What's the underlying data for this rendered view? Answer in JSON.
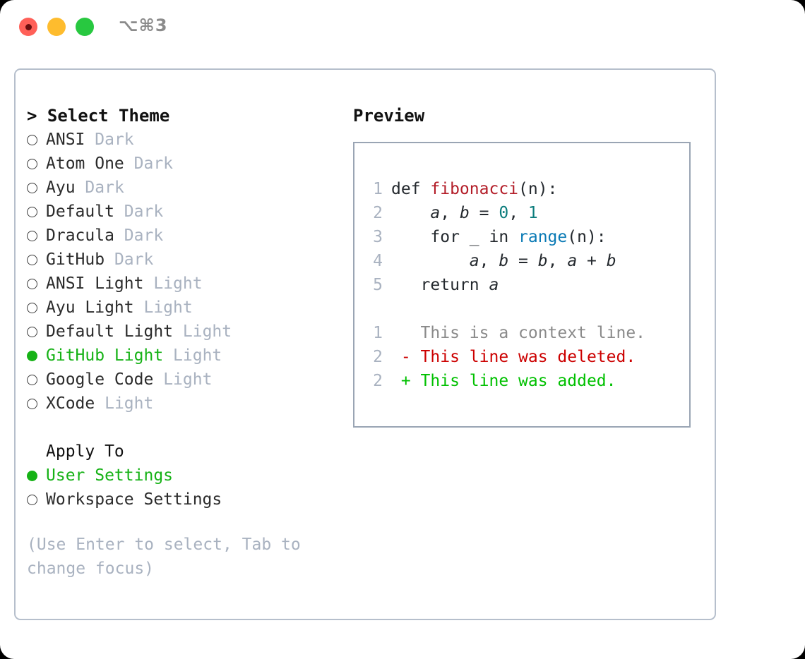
{
  "window": {
    "shortcut": "⌥⌘3",
    "traffic_lights": [
      {
        "name": "close",
        "color": "#ff6058"
      },
      {
        "name": "minimize",
        "color": "#febc2e"
      },
      {
        "name": "maximize",
        "color": "#28c840"
      }
    ]
  },
  "theme_list": {
    "caret": ">",
    "title": "Select Theme",
    "items": [
      {
        "label": "ANSI",
        "tag": "Dark",
        "selected": false
      },
      {
        "label": "Atom One",
        "tag": "Dark",
        "selected": false
      },
      {
        "label": "Ayu",
        "tag": "Dark",
        "selected": false
      },
      {
        "label": "Default",
        "tag": "Dark",
        "selected": false
      },
      {
        "label": "Dracula",
        "tag": "Dark",
        "selected": false
      },
      {
        "label": "GitHub",
        "tag": "Dark",
        "selected": false
      },
      {
        "label": "ANSI Light",
        "tag": "Light",
        "selected": false
      },
      {
        "label": "Ayu Light",
        "tag": "Light",
        "selected": false
      },
      {
        "label": "Default Light",
        "tag": "Light",
        "selected": false
      },
      {
        "label": "GitHub Light",
        "tag": "Light",
        "selected": true
      },
      {
        "label": "Google Code",
        "tag": "Light",
        "selected": false
      },
      {
        "label": "XCode",
        "tag": "Light",
        "selected": false
      }
    ]
  },
  "apply_to": {
    "title": "Apply To",
    "items": [
      {
        "label": "User Settings",
        "selected": true
      },
      {
        "label": "Workspace Settings",
        "selected": false
      }
    ]
  },
  "hint": "(Use Enter to select, Tab to change focus)",
  "preview": {
    "title": "Preview",
    "code_lines": [
      {
        "num": "1",
        "spans": [
          {
            "text": "def ",
            "style": "plain"
          },
          {
            "text": "fibonacci",
            "style": "fn"
          },
          {
            "text": "(n):",
            "style": "plain"
          }
        ]
      },
      {
        "num": "2",
        "spans": [
          {
            "text": "    ",
            "style": "plain"
          },
          {
            "text": "a",
            "style": "var"
          },
          {
            "text": ", ",
            "style": "plain"
          },
          {
            "text": "b",
            "style": "var"
          },
          {
            "text": " = ",
            "style": "plain"
          },
          {
            "text": "0",
            "style": "num"
          },
          {
            "text": ", ",
            "style": "plain"
          },
          {
            "text": "1",
            "style": "num"
          }
        ]
      },
      {
        "num": "3",
        "spans": [
          {
            "text": "    for _ in ",
            "style": "plain"
          },
          {
            "text": "range",
            "style": "call"
          },
          {
            "text": "(n):",
            "style": "plain"
          }
        ]
      },
      {
        "num": "4",
        "spans": [
          {
            "text": "        ",
            "style": "plain"
          },
          {
            "text": "a",
            "style": "var"
          },
          {
            "text": ", ",
            "style": "plain"
          },
          {
            "text": "b",
            "style": "var"
          },
          {
            "text": " = ",
            "style": "plain"
          },
          {
            "text": "b",
            "style": "var"
          },
          {
            "text": ", ",
            "style": "plain"
          },
          {
            "text": "a",
            "style": "var"
          },
          {
            "text": " + ",
            "style": "plain"
          },
          {
            "text": "b",
            "style": "var"
          }
        ]
      },
      {
        "num": "5",
        "spans": [
          {
            "text": "   return ",
            "style": "plain"
          },
          {
            "text": "a",
            "style": "var"
          }
        ]
      },
      {
        "num": "",
        "spans": []
      },
      {
        "num": "1",
        "spans": [
          {
            "text": "   This is a context line.",
            "style": "ctx"
          }
        ]
      },
      {
        "num": "2",
        "spans": [
          {
            "text": " - This line was deleted.",
            "style": "del"
          }
        ]
      },
      {
        "num": "2",
        "spans": [
          {
            "text": " + This line was added.",
            "style": "add"
          }
        ]
      }
    ]
  }
}
